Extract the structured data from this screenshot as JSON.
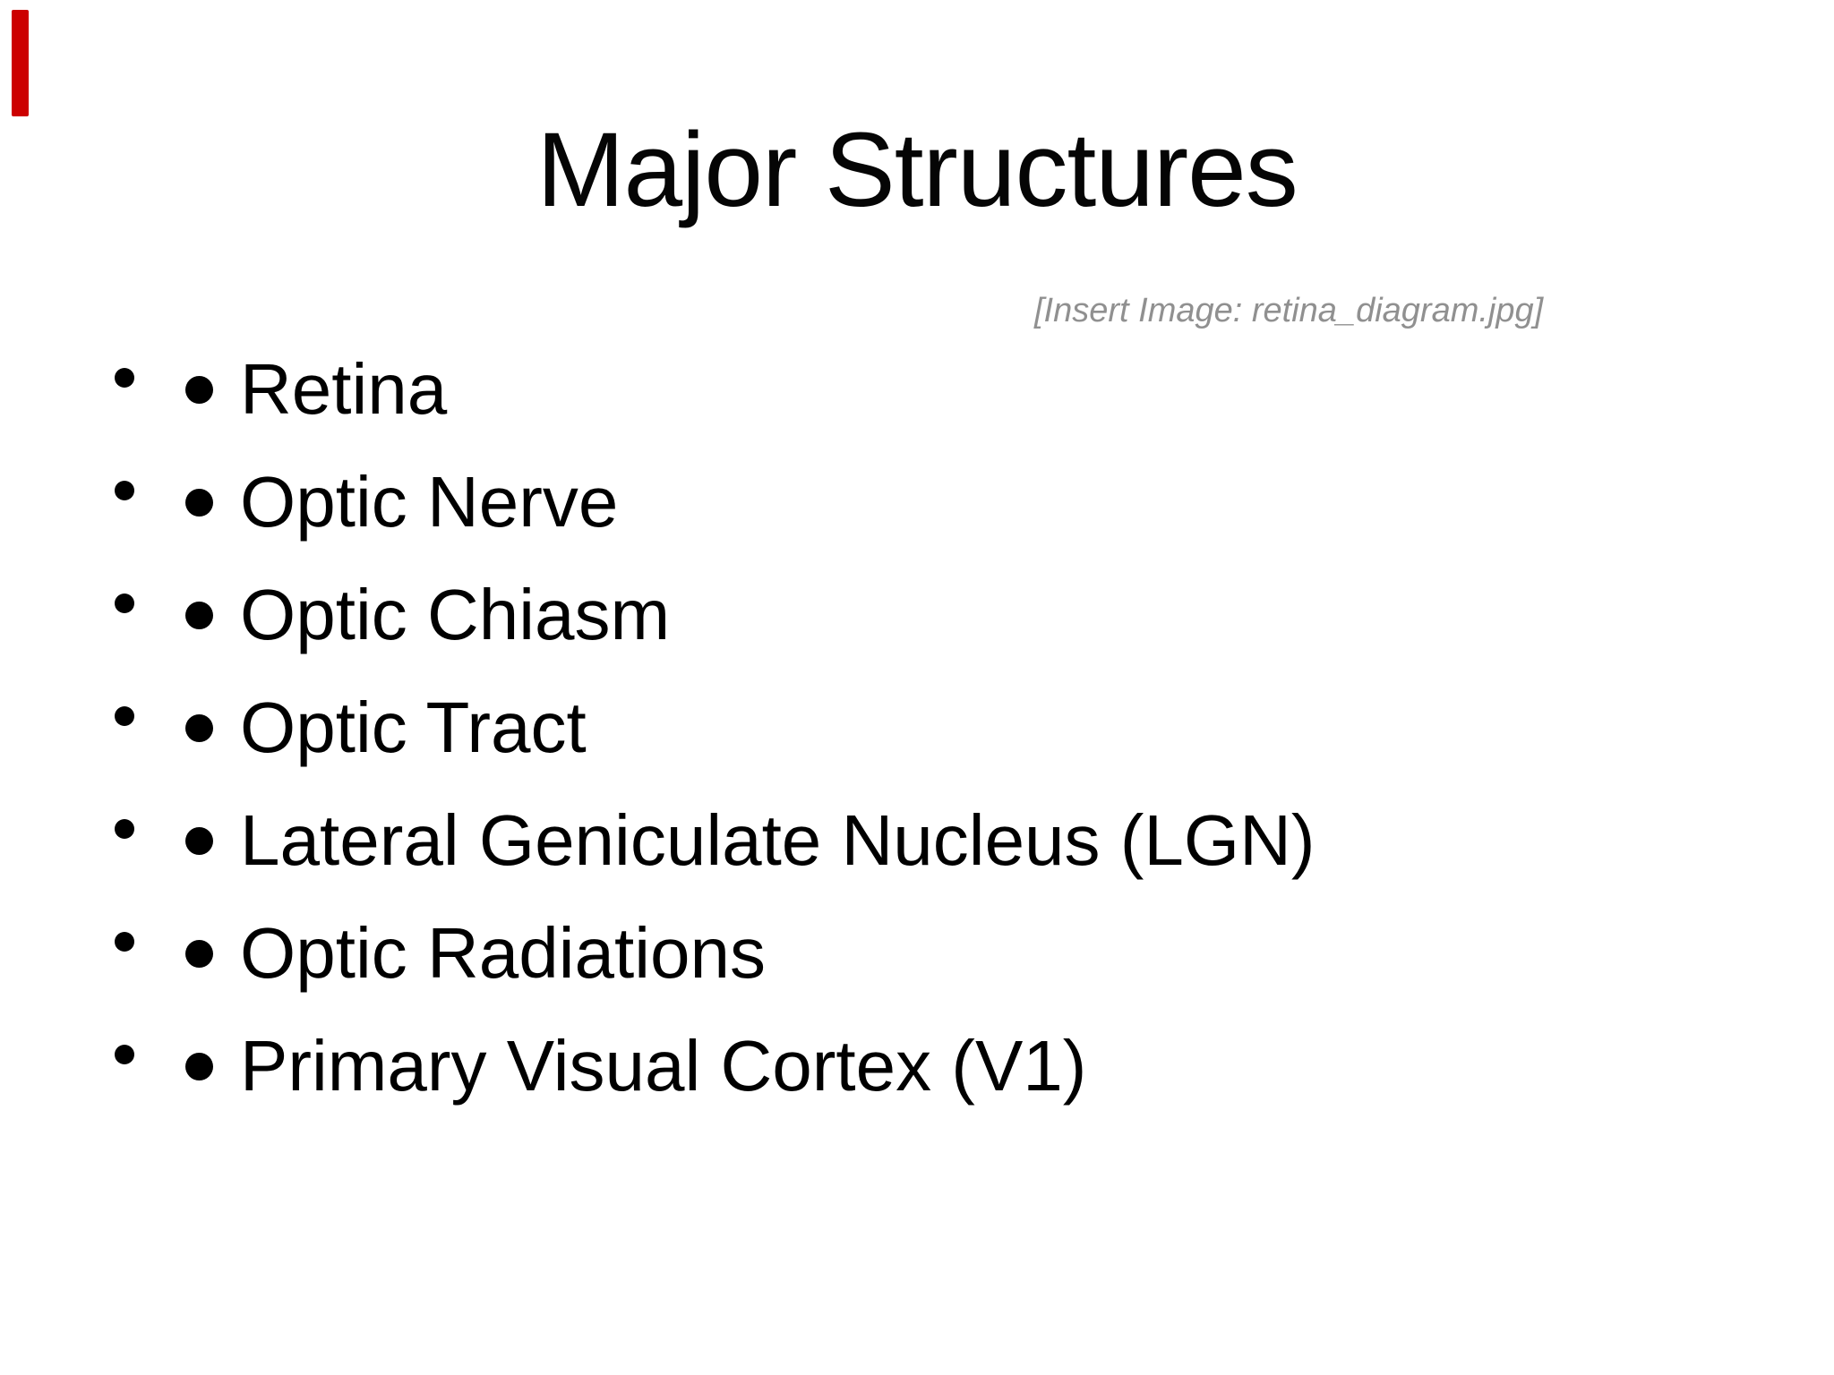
{
  "slide": {
    "title": "Major Structures",
    "placeholder_note": "[Insert Image: retina_diagram.jpg]",
    "bullets": [
      "Retina",
      "Optic Nerve",
      "Optic Chiasm",
      "Optic Tract",
      "Lateral Geniculate Nucleus (LGN)",
      "Optic Radiations",
      "Primary Visual Cortex (V1)"
    ],
    "colors": {
      "background": "#ffffff",
      "text": "#000000",
      "placeholder_text": "#909090",
      "accent_bar": "#cc0000"
    }
  }
}
